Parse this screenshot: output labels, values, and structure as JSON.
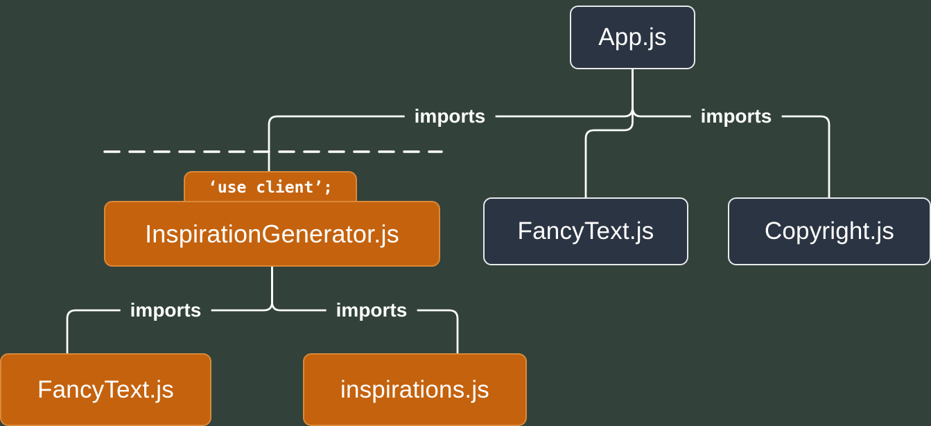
{
  "colors": {
    "background": "#32423A",
    "server_fill": "#2B3442",
    "server_border": "#E8E9ED",
    "client_fill": "#C4620E",
    "client_border": "#DB8A3A",
    "line": "#FFFFFF",
    "text": "#FFFFFF"
  },
  "nodes": {
    "app": {
      "label": "App.js"
    },
    "inspiration_generator": {
      "label": "InspirationGenerator.js",
      "directive": "‘use client’;"
    },
    "fancy_text_top": {
      "label": "FancyText.js"
    },
    "copyright": {
      "label": "Copyright.js"
    },
    "fancy_text_bottom": {
      "label": "FancyText.js"
    },
    "inspirations": {
      "label": "inspirations.js"
    }
  },
  "edge_labels": {
    "app_to_inspiration_generator": "imports",
    "app_to_copyright": "imports",
    "inspiration_generator_to_fancy_text": "imports",
    "inspiration_generator_to_inspirations": "imports"
  }
}
